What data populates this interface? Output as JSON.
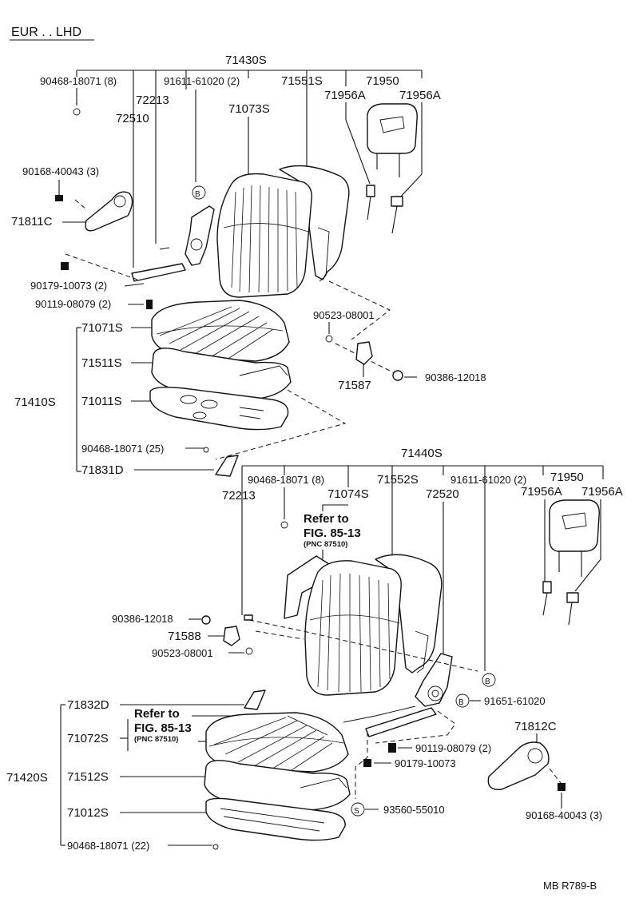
{
  "header": {
    "region": "EUR . . LHD"
  },
  "footer": {
    "code": "MB   R789-B"
  },
  "upper_seat": {
    "assembly": "71430S",
    "p_90468_18071_8": "90468-18071 (8)",
    "p_91611_61020_2": "91611-61020 (2)",
    "p_71551S": "71551S",
    "p_71950": "71950",
    "p_72213": "72213",
    "p_71073S": "71073S",
    "p_71956A_left": "71956A",
    "p_71956A_right": "71956A",
    "p_72510": "72510",
    "p_90168_40043_3": "90168-40043 (3)",
    "p_71811C": "71811C",
    "p_90179_10073_2": "90179-10073 (2)",
    "p_90119_08079_2": "90119-08079 (2)",
    "p_90523_08001": "90523-08001",
    "p_71587": "71587",
    "p_90386_12018": "90386-12018",
    "callout_b": "B"
  },
  "upper_cushion": {
    "assembly": "71410S",
    "p_71071S": "71071S",
    "p_71511S": "71511S",
    "p_71011S": "71011S",
    "p_90468_18071_25": "90468-18071 (25)",
    "p_71831D": "71831D"
  },
  "lower_seat": {
    "assembly": "71440S",
    "p_90468_18071_8": "90468-18071 (8)",
    "p_71552S": "71552S",
    "p_91611_61020_2": "91611-61020 (2)",
    "p_71950": "71950",
    "p_72213": "72213",
    "p_71074S": "71074S",
    "p_72520": "72520",
    "p_71956A_left": "71956A",
    "p_71956A_right": "71956A",
    "refer_to": "Refer to",
    "fig": "FIG. 85-13",
    "pnc": "(PNC 87510)",
    "p_90386_12018": "90386-12018",
    "p_71588": "71588",
    "p_90523_08001": "90523-08001",
    "p_91651_61020": "91651-61020",
    "p_71812C": "71812C",
    "p_90119_08079_2": "90119-08079 (2)",
    "p_90179_10073": "90179-10073",
    "p_93560_55010": "93560-55010",
    "p_90168_40043_3": "90168-40043 (3)",
    "callout_b1": "B",
    "callout_b2": "B",
    "callout_s": "S"
  },
  "lower_cushion": {
    "assembly": "71420S",
    "p_71832D": "71832D",
    "p_71072S": "71072S",
    "refer_to": "Refer to",
    "fig": "FIG. 85-13",
    "pnc": "(PNC 87510)",
    "p_71512S": "71512S",
    "p_71012S": "71012S",
    "p_90468_18071_22": "90468-18071 (22)"
  }
}
